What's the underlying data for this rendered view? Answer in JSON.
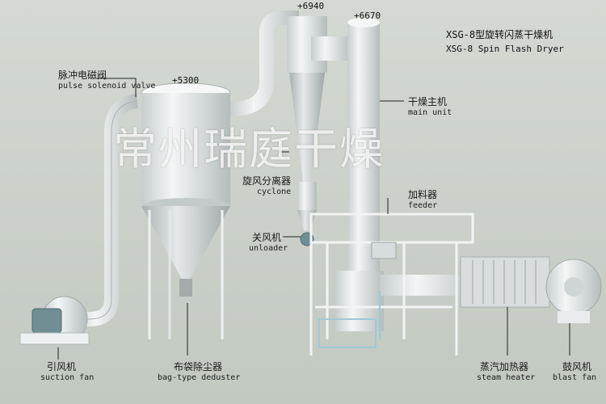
{
  "title": {
    "cn": "XSG-8型旋转闪蒸干燥机",
    "en": "XSG-8 Spin Flash Dryer"
  },
  "elevations": {
    "cyclone_top": "+6940",
    "main_top": "+6670",
    "deduster_top": "+5300"
  },
  "labels": {
    "pulse_valve": {
      "cn": "脉冲电磁阀",
      "en": "pulse solenoid valve"
    },
    "main_unit": {
      "cn": "干燥主机",
      "en": "main unit"
    },
    "cyclone": {
      "cn": "旋风分离器",
      "en": "cyclone"
    },
    "feeder": {
      "cn": "加料器",
      "en": "feeder"
    },
    "unloader": {
      "cn": "关风机",
      "en": "unloader"
    },
    "suction_fan": {
      "cn": "引风机",
      "en": "suction fan"
    },
    "deduster": {
      "cn": "布袋除尘器",
      "en": "bag-type deduster"
    },
    "steam_heater": {
      "cn": "蒸汽加热器",
      "en": "steam heater"
    },
    "blast_fan": {
      "cn": "鼓风机",
      "en": "blast fan"
    }
  },
  "watermark": "常州瑞庭干燥",
  "colors": {
    "equipment": "#e9ecec",
    "shadow": "#b9c0c0",
    "frame": "#f2f4f4",
    "motor": "#6f8f95"
  }
}
